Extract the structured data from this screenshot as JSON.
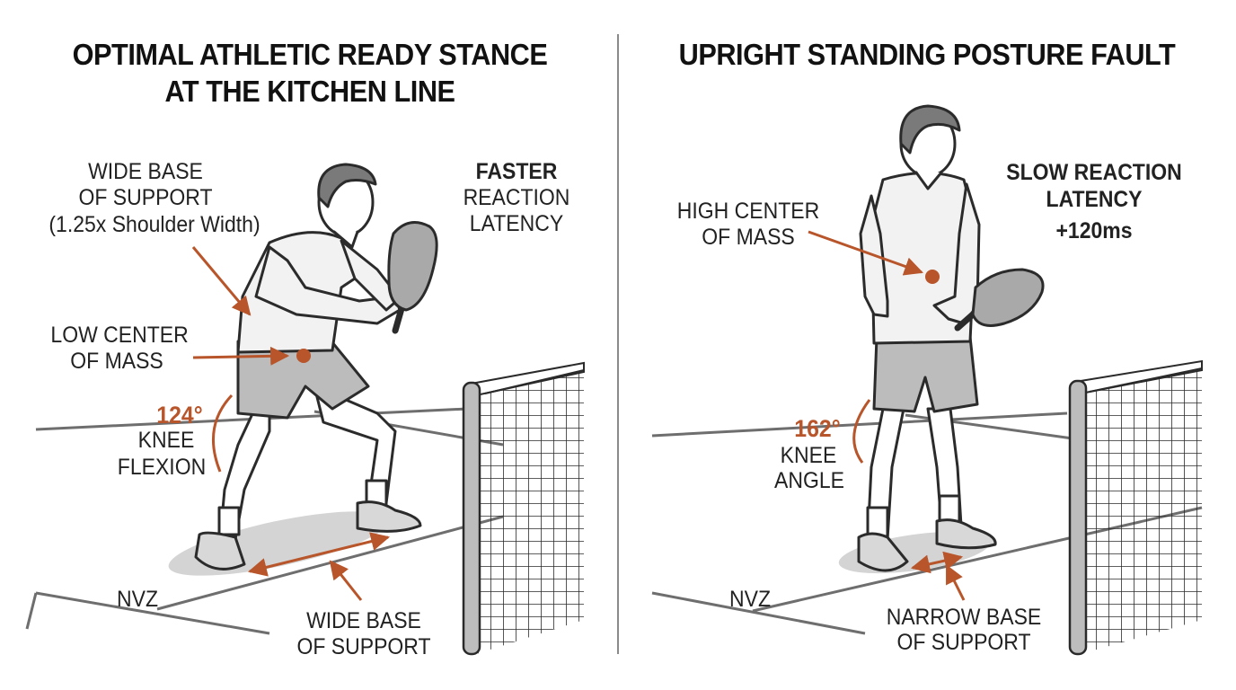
{
  "colors": {
    "accent": "#b8552a",
    "ink": "#2b2b2b",
    "court": "#6e6e6e",
    "shadow": "#d4d4d4",
    "net": "#2a2a2a"
  },
  "left_panel": {
    "title_line1": "OPTIMAL ATHLETIC READY STANCE",
    "title_line2": "AT THE KITCHEN LINE",
    "base_top_line1": "WIDE BASE",
    "base_top_line2": "OF SUPPORT",
    "base_top_line3": "(1.25x Shoulder Width)",
    "reaction_line1": "FASTER",
    "reaction_line2": "REACTION",
    "reaction_line3": "LATENCY",
    "com_line1": "LOW CENTER",
    "com_line2": "OF MASS",
    "knee_value": "124°",
    "knee_line1": "KNEE",
    "knee_line2": "FLEXION",
    "nvz": "NVZ",
    "base_bottom_line1": "WIDE BASE",
    "base_bottom_line2": "OF SUPPORT"
  },
  "right_panel": {
    "title_line1": "UPRIGHT STANDING POSTURE FAULT",
    "com_line1": "HIGH CENTER",
    "com_line2": "OF MASS",
    "reaction_line1": "SLOW REACTION",
    "reaction_line2": "LATENCY",
    "reaction_line3": "+120ms",
    "knee_value": "162°",
    "knee_line1": "KNEE",
    "knee_line2": "ANGLE",
    "nvz": "NVZ",
    "base_line1": "NARROW BASE",
    "base_line2": "OF SUPPORT"
  }
}
